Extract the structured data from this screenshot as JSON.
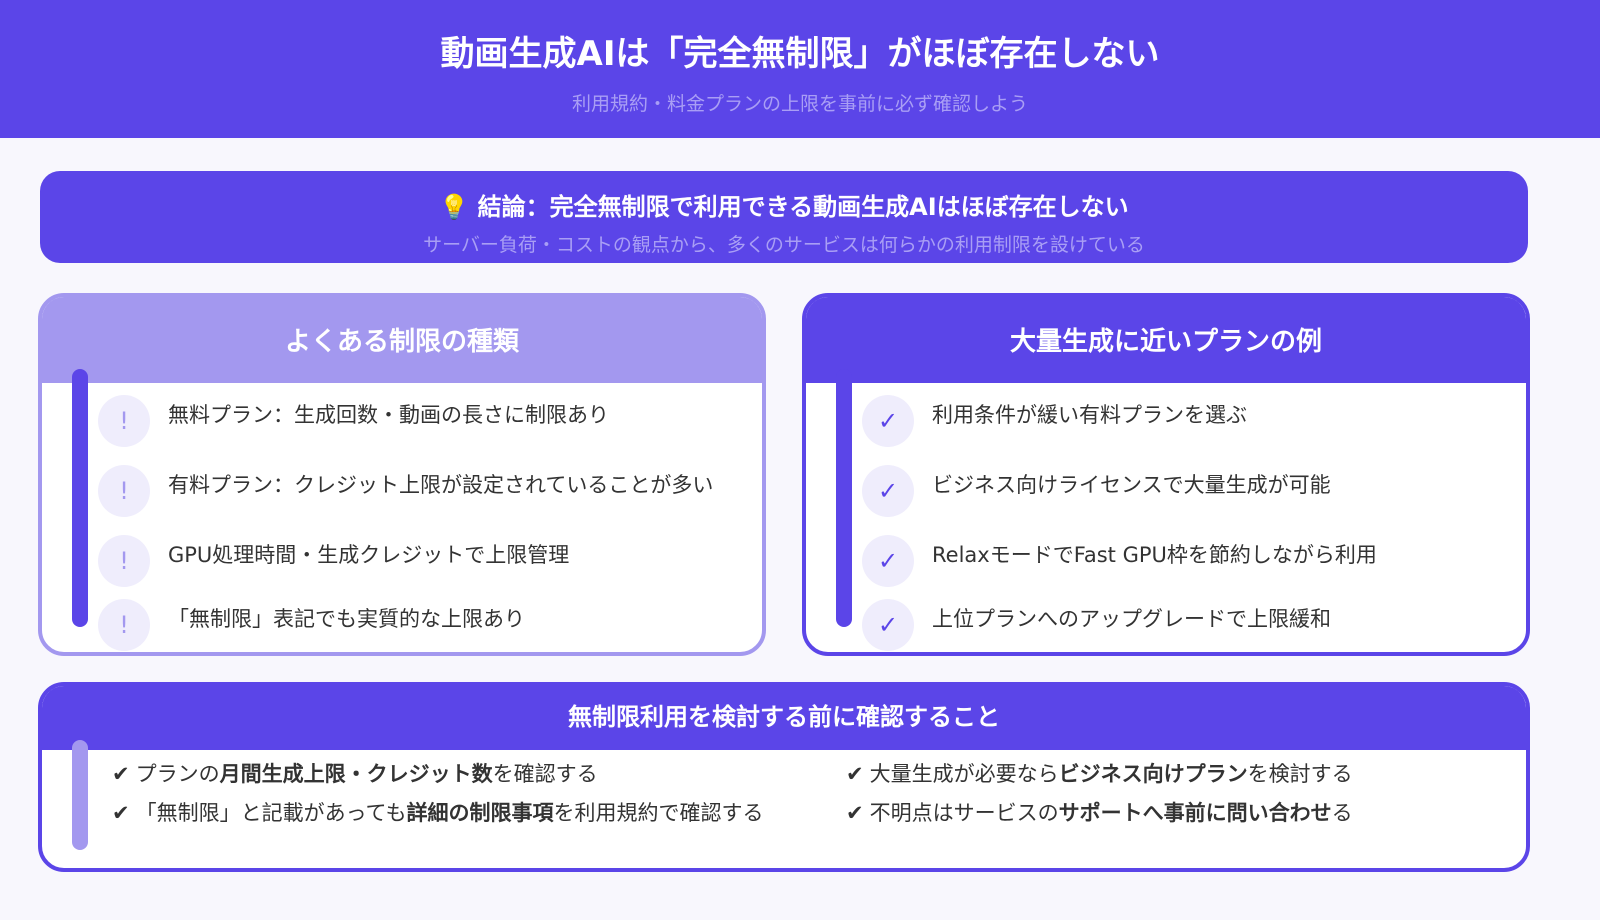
{
  "header": {
    "title": "動画生成AIは「完全無制限」がほぼ存在しない",
    "subtitle": "利用規約・料金プランの上限を事前に必ず確認しよう"
  },
  "conclusion": {
    "icon": "lightbulb-icon",
    "title": "💡 結論：完全無制限で利用できる動画生成AIはほぼ存在しない",
    "subtitle": "サーバー負荷・コストの観点から、多くのサービスは何らかの利用制限を設けている"
  },
  "left_card": {
    "title": "よくある制限の種類",
    "icon": "exclamation-icon",
    "icon_glyph": "!",
    "items": [
      "無料プラン：生成回数・動画の長さに制限あり",
      "有料プラン：クレジット上限が設定されていることが多い",
      "GPU処理時間・生成クレジットで上限管理",
      "「無制限」表記でも実質的な上限あり"
    ]
  },
  "right_card": {
    "title": "大量生成に近いプランの例",
    "icon": "check-icon",
    "icon_glyph": "✓",
    "items": [
      "利用条件が緩い有料プランを選ぶ",
      "ビジネス向けライセンスで大量生成が可能",
      "RelaxモードでFast GPU枠を節約しながら利用",
      "上位プランへのアップグレードで上限緩和"
    ]
  },
  "bottom": {
    "title": "無制限利用を検討する前に確認すること",
    "check": "✔",
    "items": [
      [
        {
          "t": "プランの",
          "b": false
        },
        {
          "t": "月間生成上限・クレジット数",
          "b": true
        },
        {
          "t": "を確認する",
          "b": false
        }
      ],
      [
        {
          "t": "「無制限」と記載があっても",
          "b": false
        },
        {
          "t": "詳細の制限事項",
          "b": true
        },
        {
          "t": "を利用規約で確認する",
          "b": false
        }
      ],
      [
        {
          "t": "大量生成が必要なら",
          "b": false
        },
        {
          "t": "ビジネス向けプラン",
          "b": true
        },
        {
          "t": "を検討する",
          "b": false
        }
      ],
      [
        {
          "t": "不明点はサービスの",
          "b": false
        },
        {
          "t": "サポートへ事前に問い合わせ",
          "b": true
        },
        {
          "t": "る",
          "b": false
        }
      ]
    ]
  },
  "colors": {
    "primary": "#5b45e8",
    "light": "#a398ef",
    "background": "#f8f7fd"
  }
}
